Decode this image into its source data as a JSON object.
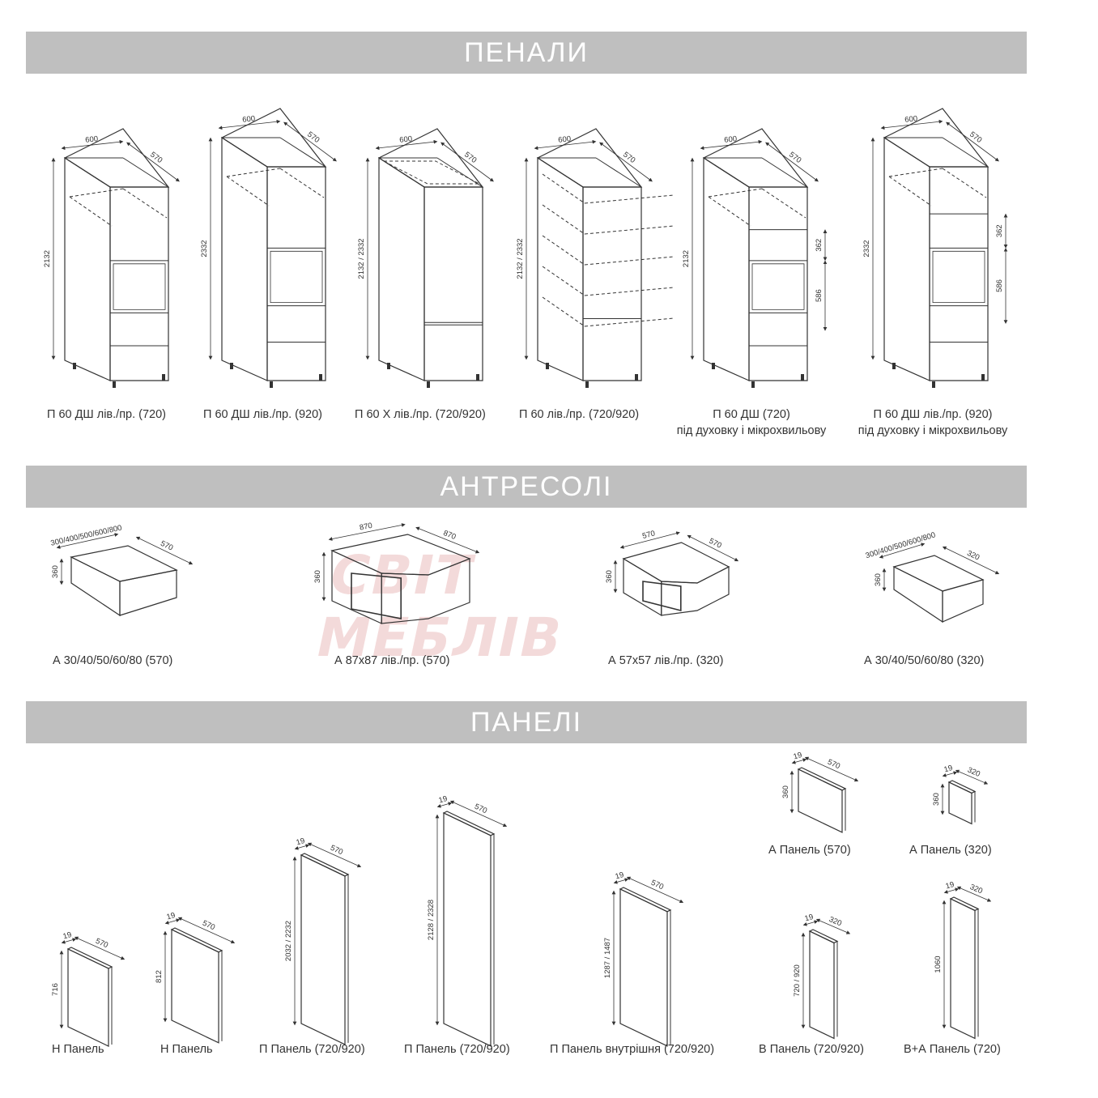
{
  "sections": {
    "tall": "ПЕНАЛИ",
    "mezzanine": "АНТРЕСОЛІ",
    "panels": "ПАНЕЛІ"
  },
  "watermark": "СВІТ МЕБЛІВ",
  "tall_units": [
    {
      "caption": "П 60 ДШ лів./пр. (720)",
      "width": "600",
      "depth": "570",
      "height": "2132"
    },
    {
      "caption": "П 60 ДШ лів./пр. (920)",
      "width": "600",
      "depth": "570",
      "height": "2332"
    },
    {
      "caption": "П 60 Х лів./пр. (720/920)",
      "width": "600",
      "depth": "570",
      "height": "2132 / 2332"
    },
    {
      "caption": "П 60 лів./пр. (720/920)",
      "width": "600",
      "depth": "570",
      "height": "2132 / 2332"
    },
    {
      "caption": "П 60 ДШ (720)",
      "caption2": "під духовку і мікрохвильову",
      "width": "600",
      "depth": "570",
      "height": "2132",
      "upper": "362",
      "lower": "586"
    },
    {
      "caption": "П 60 ДШ лів./пр. (920)",
      "caption2": "під духовку і мікрохвильову",
      "width": "600",
      "depth": "570",
      "height": "2332",
      "upper": "362",
      "lower": "586"
    }
  ],
  "mezzanine_units": [
    {
      "caption": "А 30/40/50/60/80 (570)",
      "width": "300/400/500/600/800",
      "depth": "570",
      "height": "360"
    },
    {
      "caption": "А 87х87 лів./пр. (570)",
      "width": "870",
      "depth": "870",
      "height": "360"
    },
    {
      "caption": "А 57х57 лів./пр. (320)",
      "width": "570",
      "depth": "570",
      "height": "360"
    },
    {
      "caption": "А 30/40/50/60/80 (320)",
      "width": "300/400/500/600/800",
      "depth": "320",
      "height": "360"
    }
  ],
  "panels": [
    {
      "caption": "Н Панель",
      "thickness": "19",
      "depth": "570",
      "height": "716"
    },
    {
      "caption": "Н Панель",
      "thickness": "19",
      "depth": "570",
      "height": "812"
    },
    {
      "caption": "П Панель (720/920)",
      "thickness": "19",
      "depth": "570",
      "height": "2032 / 2232"
    },
    {
      "caption": "П Панель (720/920)",
      "thickness": "19",
      "depth": "570",
      "height": "2128 / 2328"
    },
    {
      "caption": "П Панель внутрішня (720/920)",
      "thickness": "19",
      "depth": "570",
      "height": "1287 / 1487"
    },
    {
      "caption": "В Панель (720/920)",
      "thickness": "19",
      "depth": "320",
      "height": "720 / 920"
    },
    {
      "caption": "В+А Панель (720)",
      "thickness": "19",
      "depth": "320",
      "height": "1060"
    },
    {
      "caption": "А Панель (570)",
      "thickness": "19",
      "depth": "570",
      "height": "360"
    },
    {
      "caption": "А Панель (320)",
      "thickness": "19",
      "depth": "320",
      "height": "360"
    }
  ]
}
